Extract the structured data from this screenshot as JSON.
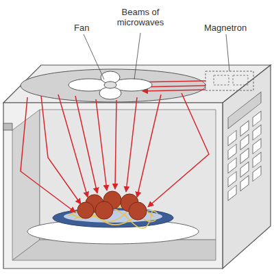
{
  "diagram": {
    "labels": [
      "Fan",
      "Beams of microwaves",
      "Magnetron"
    ]
  }
}
